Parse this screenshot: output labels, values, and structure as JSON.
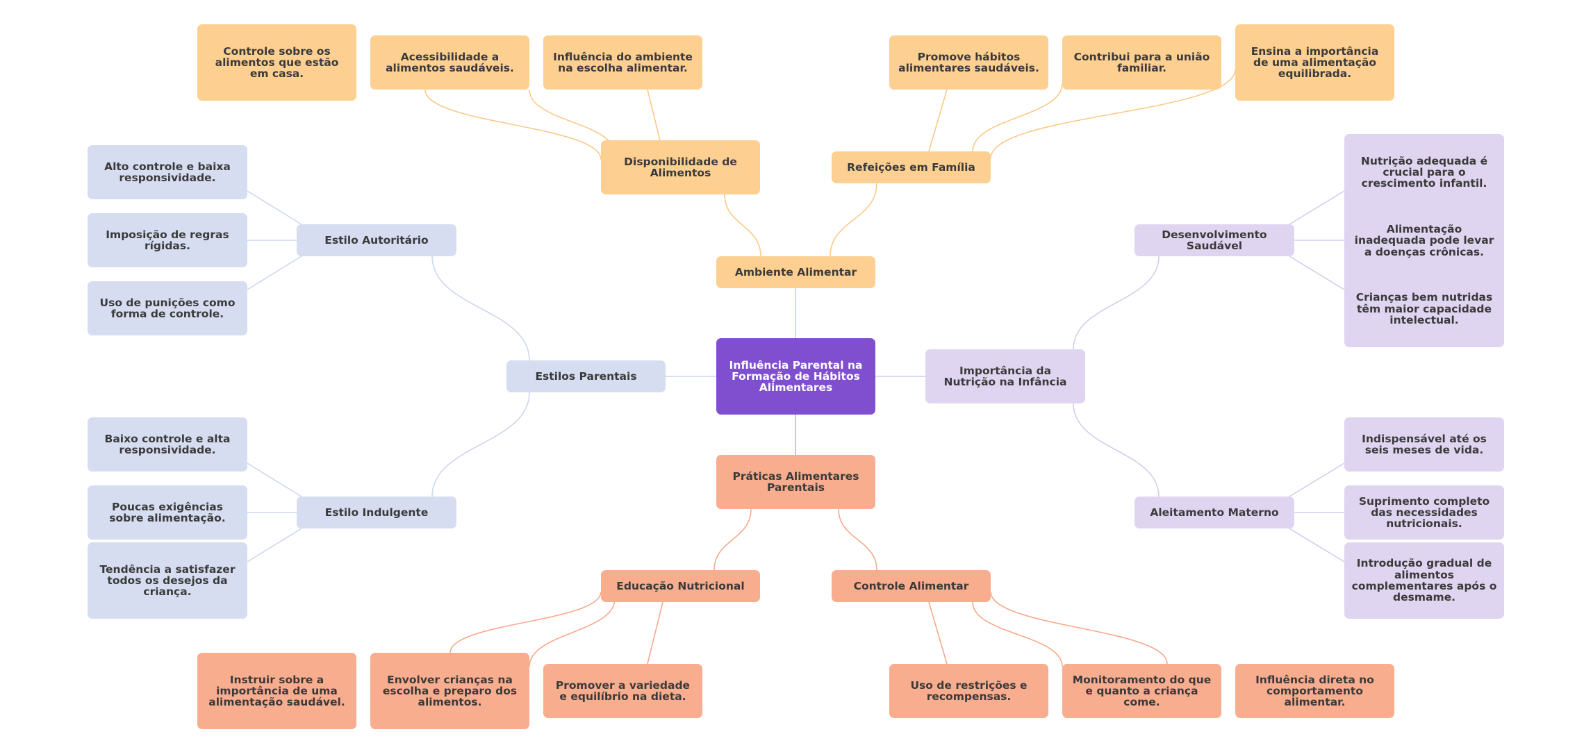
{
  "colors": {
    "root": "#7f4fd0",
    "orange": "#fdd092",
    "salmon": "#f9ad8f",
    "blue": "#d6ddf1",
    "purple": "#e0d5f1",
    "link_orange": "#fcc98a",
    "link_salmon": "#f7a98a",
    "link_blue": "#cfd6ee",
    "link_purple": "#d6cbee"
  },
  "mindmap": {
    "root": "Influência Parental na Formação de Hábitos Alimentares",
    "ambiente": {
      "label": "Ambiente Alimentar",
      "disponibilidade": {
        "label": "Disponibilidade de Alimentos",
        "items": [
          "Controle sobre os alimentos que estão em casa.",
          "Acessibilidade a alimentos saudáveis.",
          "Influência do ambiente na escolha alimentar."
        ]
      },
      "refeicoes": {
        "label": "Refeições em Família",
        "items": [
          "Promove hábitos alimentares saudáveis.",
          "Contribui para a união familiar.",
          "Ensina a importância de uma alimentação equilibrada."
        ]
      }
    },
    "estilos": {
      "label": "Estilos Parentais",
      "autoritario": {
        "label": "Estilo Autoritário",
        "items": [
          "Alto controle e baixa responsividade.",
          "Imposição de regras rígidas.",
          "Uso de punições como forma de controle."
        ]
      },
      "indulgente": {
        "label": "Estilo Indulgente",
        "items": [
          "Baixo controle e alta responsividade.",
          "Poucas exigências sobre alimentação.",
          "Tendência a satisfazer todos os desejos da criança."
        ]
      }
    },
    "nutricao": {
      "label": "Importância da Nutrição na Infância",
      "desenvolvimento": {
        "label": "Desenvolvimento Saudável",
        "items": [
          "Nutrição adequada é crucial para o crescimento infantil.",
          "Alimentação inadequada pode levar a doenças crônicas.",
          "Crianças bem nutridas têm maior capacidade intelectual."
        ]
      },
      "aleitamento": {
        "label": "Aleitamento Materno",
        "items": [
          "Indispensável até os seis meses de vida.",
          "Suprimento completo das necessidades nutricionais.",
          "Introdução gradual de alimentos complementares após o desmame."
        ]
      }
    },
    "praticas": {
      "label": "Práticas Alimentares Parentais",
      "educacao": {
        "label": "Educação Nutricional",
        "items": [
          "Instruir sobre a importância de uma alimentação saudável.",
          "Envolver crianças na escolha e preparo dos alimentos.",
          "Promover a variedade e equilíbrio na dieta."
        ]
      },
      "controle": {
        "label": "Controle Alimentar",
        "items": [
          "Uso de restrições e recompensas.",
          "Monitoramento do que e quanto a criança come.",
          "Influência direta no comportamento alimentar."
        ]
      }
    }
  }
}
